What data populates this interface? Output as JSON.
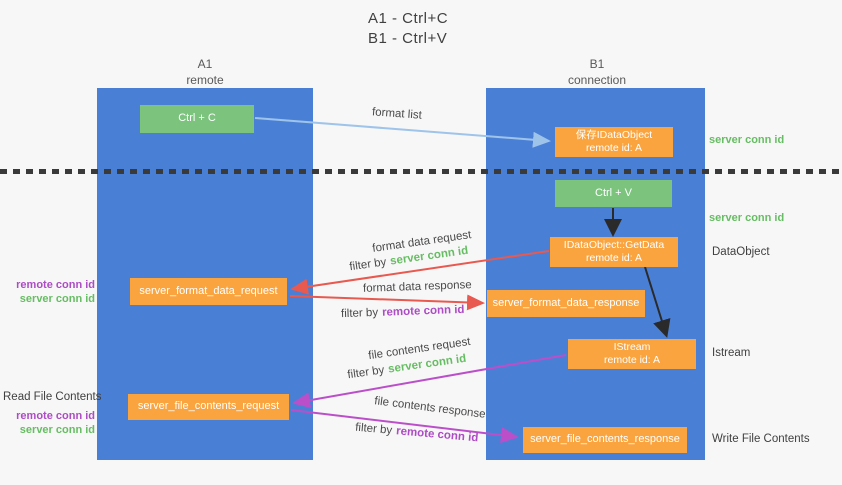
{
  "title": {
    "line1": "A1 - Ctrl+C",
    "line2": "B1 - Ctrl+V"
  },
  "lanes": {
    "left": {
      "name": "A1",
      "subtitle": "remote"
    },
    "right": {
      "name": "B1",
      "subtitle": "connection"
    }
  },
  "nodes": {
    "ctrl_c": "Ctrl + C",
    "save_obj1": "保存IDataObject",
    "save_obj2": "remote id: A",
    "ctrl_v": "Ctrl + V",
    "getdata1": "IDataObject::GetData",
    "getdata2": "remote id: A",
    "format_request": "server_format_data_request",
    "format_response": "server_format_data_response",
    "istream1": "IStream",
    "istream2": "remote id: A",
    "file_request": "server_file_contents_request",
    "file_response": "server_file_contents_response"
  },
  "arrow_labels": {
    "format_list": "format list",
    "format_data_request": "format data request",
    "format_data_response": "format data response",
    "file_contents_request": "file contents request",
    "file_contents_response": "file contents response",
    "filter_by": "filter by",
    "server_conn_id": "server conn id",
    "remote_conn_id": "remote conn id"
  },
  "annotations": {
    "server_conn_top": "server conn id",
    "server_conn_mid": "server conn id",
    "dataobject": "DataObject",
    "istream": "Istream",
    "write_file": "Write File Contents",
    "read_file": "Read File Contents"
  },
  "colors": {
    "background": "#f7f7f7",
    "lane_blue": "#4a7fd6",
    "node_green": "#7cc47e",
    "node_orange": "#f9a43f",
    "arrow_blue": "#9ec4ea",
    "arrow_black": "#2a2a2a",
    "arrow_red": "#e8594f",
    "arrow_magenta": "#bb4fc9",
    "text_green": "#67bd63",
    "text_purple": "#ad4cc4"
  }
}
